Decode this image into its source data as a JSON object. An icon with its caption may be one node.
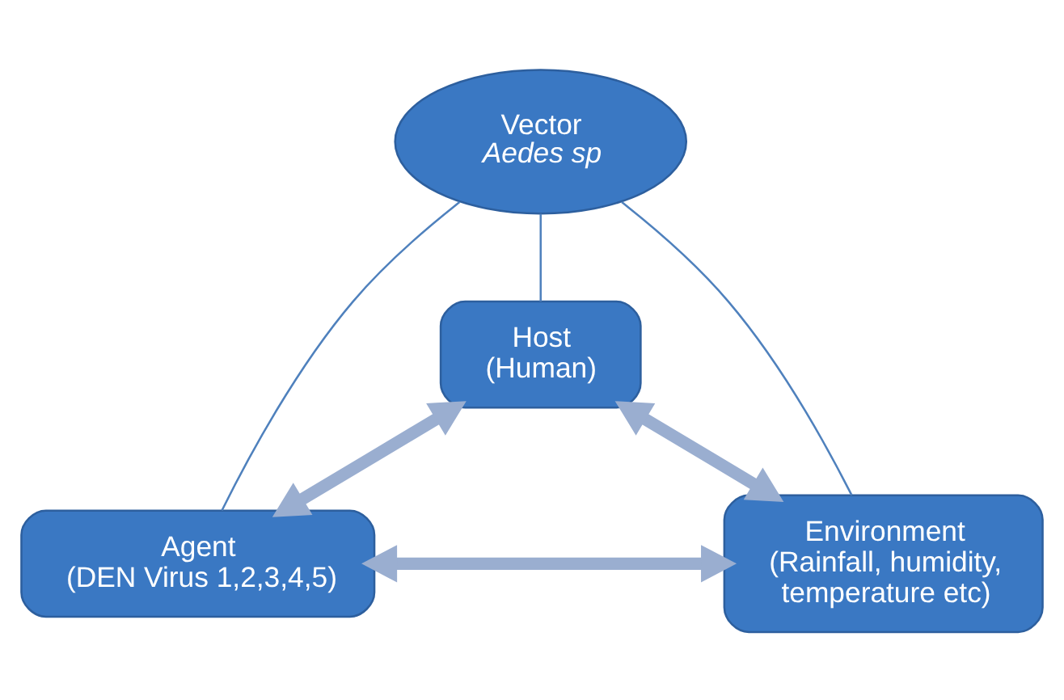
{
  "diagram": {
    "nodes": [
      {
        "text": [
          "Host",
          "(Human)"
        ]
      },
      {
        "text": [
          "Vector",
          "Aedes sp"
        ]
      },
      {
        "text": [
          "Agent",
          "(DEN Virus 1,2,3,4,5)"
        ]
      },
      {
        "text": [
          "Environment",
          "(Rainfall, humidity, temperature etc)"
        ]
      }
    ],
    "edges": [
      {
        "from": 0,
        "to": 2,
        "arrow": "both",
        "style": "thick",
        "color": "#9aaed0"
      },
      {
        "from": 0,
        "to": 3,
        "arrow": "both",
        "style": "thick",
        "color": "#9aaed0"
      },
      {
        "from": 2,
        "to": 3,
        "arrow": "both",
        "style": "thick",
        "color": "#9aaed0"
      },
      {
        "from": 1,
        "to": 0,
        "arrow": "none"
      },
      {
        "from": 1,
        "to": 2,
        "arrow": "none"
      },
      {
        "from": 1,
        "to": 3,
        "arrow": "none"
      }
    ]
  }
}
